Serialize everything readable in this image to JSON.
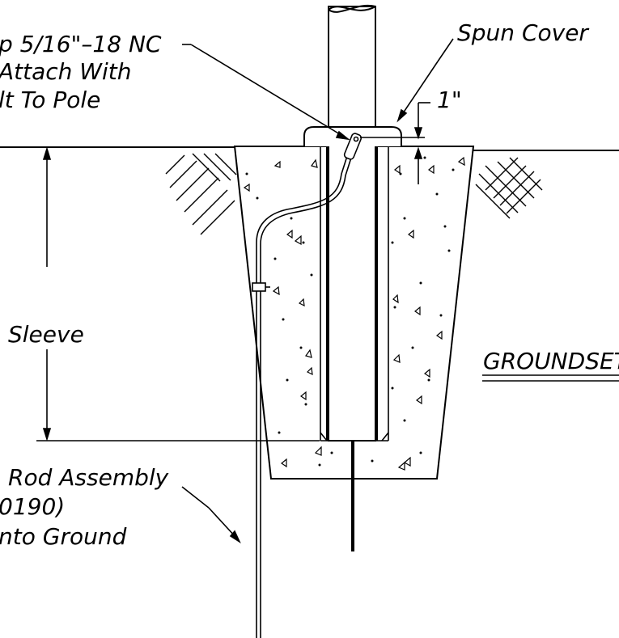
{
  "labels": {
    "strap_line1": "p 5/16\"–18 NC",
    "strap_line2": "Attach With",
    "strap_line3": "lt To Pole",
    "spun_cover": "Spun Cover",
    "cover_height": "1\"",
    "sleeve": "Sleeve",
    "groundset": "GROUNDSET",
    "rod_line1": "Rod Assembly",
    "rod_line2": "0190)",
    "rod_line3": "nto Ground"
  }
}
